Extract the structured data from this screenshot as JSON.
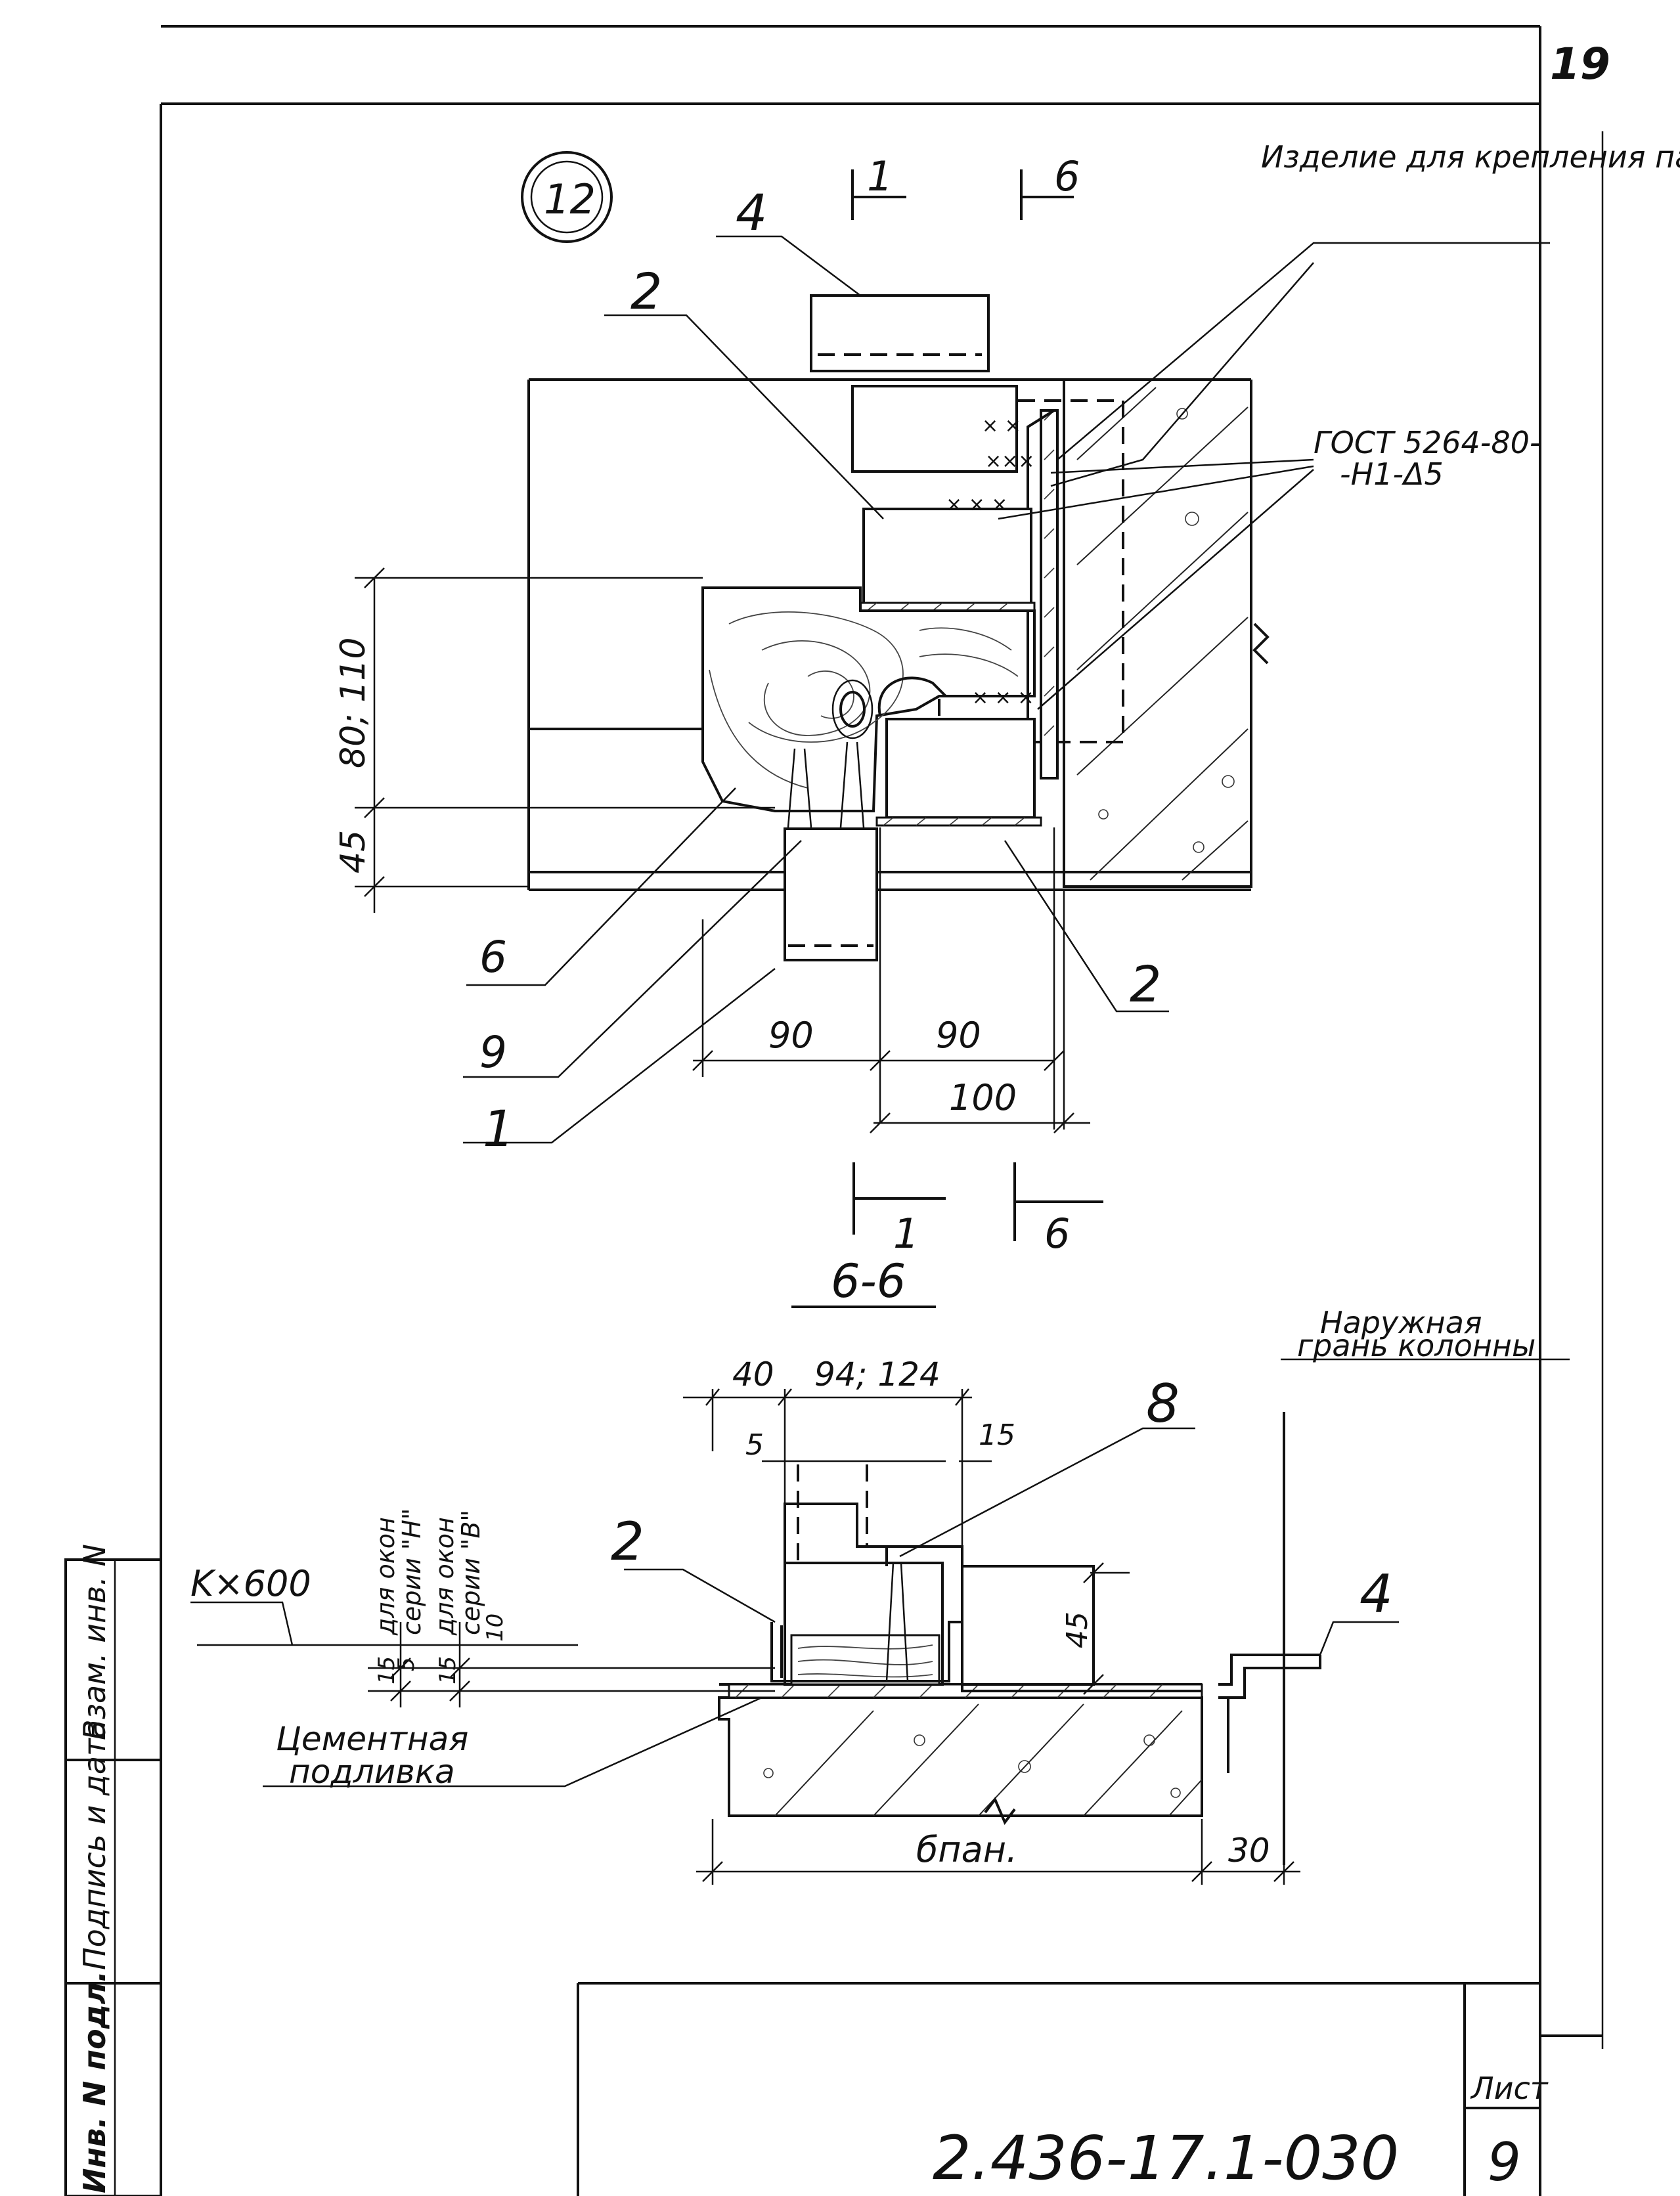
{
  "sheet": {
    "page_number": "19",
    "detail_number": "12",
    "doc_code": "2.436-17.1-030",
    "sheet_label": "Лист",
    "sheet_number": "9"
  },
  "side_stamp": {
    "col1": "Взам. инв. N",
    "col2": "Подпись и дата",
    "col3": "Инв. N подл."
  },
  "detail_12": {
    "note_item": "Изделие для крепления панелей",
    "note_weld_line1": "ГОСТ 5264-80-",
    "note_weld_line2": "-Н1-Δ5",
    "section_mark_1": "1",
    "section_mark_6": "6",
    "dims": {
      "height_upper": "80; 110",
      "height_lower": "45",
      "width_left": "90",
      "width_mid": "90",
      "width_bottom": "100"
    },
    "callouts": {
      "c4": "4",
      "c2_top": "2",
      "c2_bottom": "2",
      "c6": "6",
      "c9": "9",
      "c1": "1"
    }
  },
  "section_6_6": {
    "title": "6-6",
    "note_face_line1": "Наружная",
    "note_face_line2": "грань колонны",
    "note_grout_line1": "Цементная",
    "note_grout_line2": "подливка",
    "note_kx": "K×600",
    "vert_label_1_line1": "для окон",
    "vert_label_1_line2": "серии \"Н\"",
    "vert_label_2_line1": "для окон",
    "vert_label_2_line2": "серии \"В\"",
    "dims": {
      "d40": "40",
      "d94_124": "94; 124",
      "d5": "5",
      "d15_top": "15",
      "d45": "45",
      "d10": "10",
      "d15_a": "15",
      "d15_b": "15",
      "d5_side": "5",
      "b_pan": "бпан.",
      "d30": "30"
    },
    "callouts": {
      "c2": "2",
      "c8": "8",
      "c4": "4"
    }
  }
}
